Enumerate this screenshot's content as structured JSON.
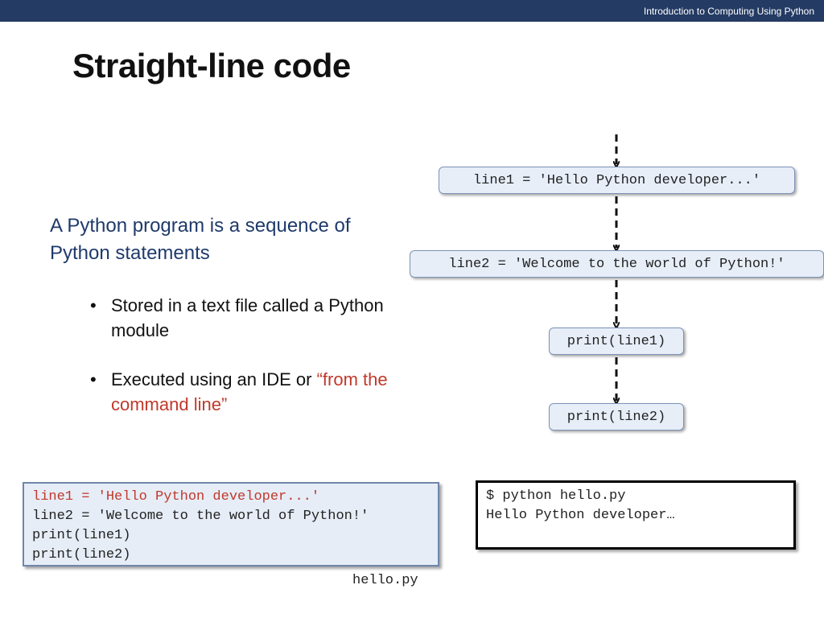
{
  "header": {
    "course_title": "Introduction to Computing Using Python",
    "colors": {
      "bar": "#243b63",
      "accent_red": "#c0392b",
      "text_blue": "#1f3a6b"
    }
  },
  "slide": {
    "title": "Straight-line code",
    "lead": "A Python program is a sequence of Python statements",
    "bullets": [
      {
        "marker": "•",
        "text": "Stored in a text file called a Python module",
        "highlight": ""
      },
      {
        "marker": "•",
        "text": "Executed using an IDE or ",
        "highlight": "“from the command line”"
      }
    ]
  },
  "flowchart": {
    "steps": [
      "line1 = 'Hello Python developer...'",
      "line2 = 'Welcome to the world of Python!'",
      "print(line1)",
      "print(line2)"
    ]
  },
  "code_file": {
    "lines": [
      "line1 = 'Hello Python developer...'",
      "line2 = 'Welcome to the world of Python!'",
      "print(line1)",
      "print(line2)"
    ],
    "filename": "hello.py"
  },
  "terminal": {
    "lines": [
      "$ python hello.py",
      "Hello Python developer…"
    ]
  }
}
